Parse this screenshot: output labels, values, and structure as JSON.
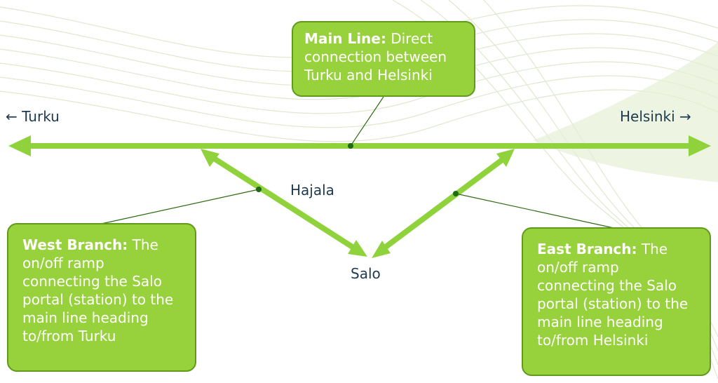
{
  "places": {
    "turku": "← Turku",
    "helsinki": "Helsinki →",
    "hajala": "Hajala",
    "salo": "Salo"
  },
  "callouts": {
    "main": {
      "title": "Main Line:",
      "text": "Direct connection between Turku and Helsinki"
    },
    "west": {
      "title": "West Branch:",
      "text": "The on/off ramp connecting the Salo portal (station) to the main line heading to/from Turku"
    },
    "east": {
      "title": "East Branch:",
      "text": "The on/off ramp connecting the Salo portal (station) to the main line heading to/from Helsinki"
    }
  },
  "colors": {
    "track": "#8fd23c",
    "callout_fill": "#97d13b",
    "callout_border": "#5f9a1b",
    "leader": "#2e6b12",
    "label_text": "#1f3a4f",
    "background_waves": "#dde8c8"
  }
}
